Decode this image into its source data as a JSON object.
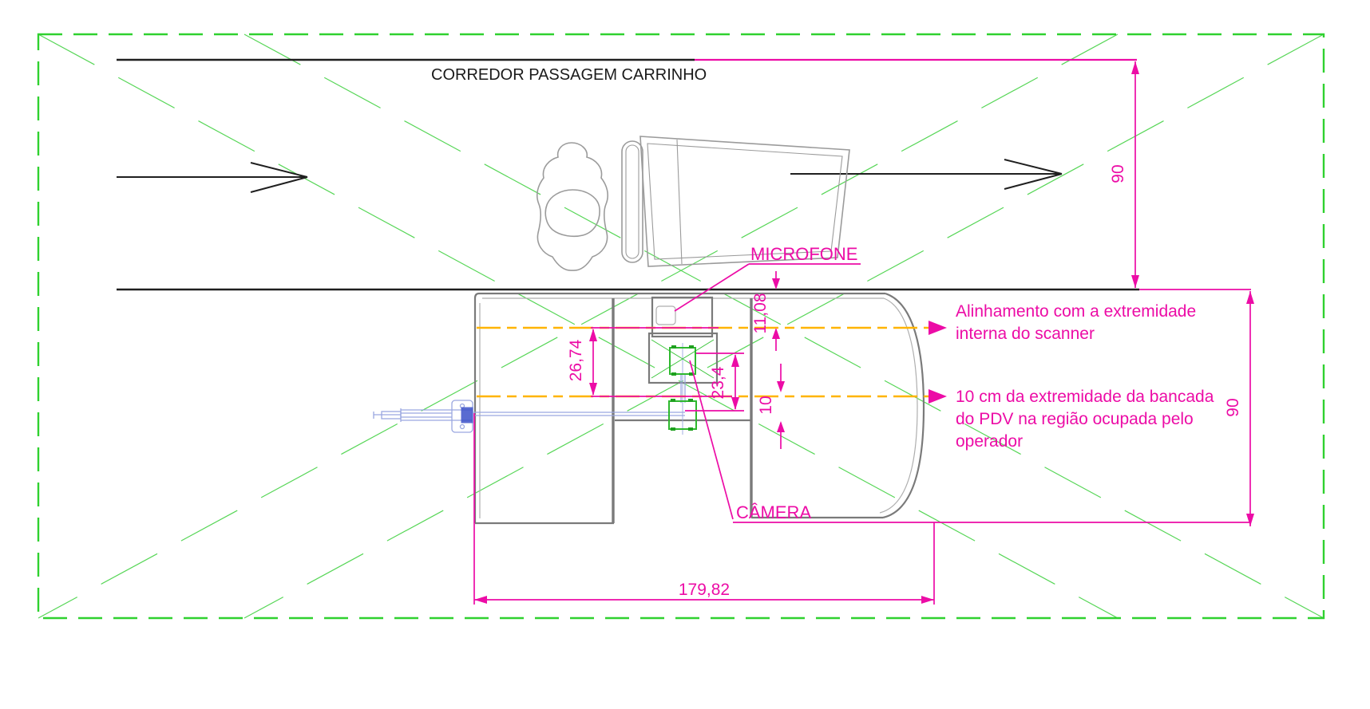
{
  "drawing": {
    "corridor_label": "CORREDOR PASSAGEM CARRINHO",
    "labels": {
      "microphone": "MICROFONE",
      "camera": "CÂMERA"
    },
    "annotations": {
      "scanner_alignment": [
        "Alinhamento com a extremidade",
        "interna do scanner"
      ],
      "pdv_edge": [
        "10 cm da extremidade da bancada",
        "do PDV na região ocupada pelo",
        "operador"
      ]
    },
    "dimensions": {
      "corridor_width": "90",
      "checkout_depth": "90",
      "counter_length": "179,82",
      "top_edge_to_scanner_line": "11,08",
      "scanner_line_to_pdv_line": "26,74",
      "camera_offset": "23,4",
      "pdv_line_to_edge": "10"
    },
    "colors": {
      "dimension_magenta": "#ec0ca6",
      "reference_orange": "#ffb400",
      "clearance_green": "#2fd12f",
      "drawing_gray": "#7a7a7a",
      "arm_blue": "#9aa7e0",
      "line_black": "#1f1f1f"
    }
  }
}
